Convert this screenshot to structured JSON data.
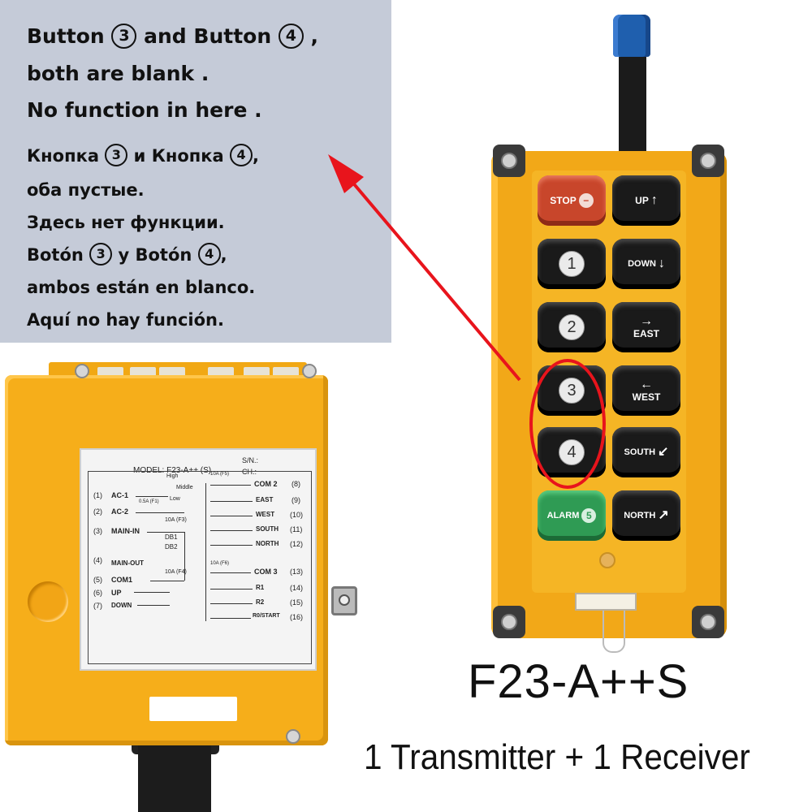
{
  "note": {
    "en_line1_a": "Button ",
    "en_line1_b": " and Button ",
    "en_line1_c": " ,",
    "en_line2": "both are blank .",
    "en_line3": "No function in here .",
    "ru_line1_a": "Кнопка ",
    "ru_line1_b": " и Кнопка ",
    "ru_line1_c": ",",
    "ru_line2": "оба пустые.",
    "ru_line3": "Здесь нет функции.",
    "es_line1_a": "Botón ",
    "es_line1_b": " y Botón ",
    "es_line1_c": ",",
    "es_line2": "ambos están en blanco.",
    "es_line3": "Aquí no hay función.",
    "num_3": "3",
    "num_4": "4"
  },
  "receiver_label": {
    "model": "MODEL: F23-A++ (S)",
    "sn": "S/N.:",
    "ch": "CH.:",
    "left_rows": [
      {
        "no": "(1)",
        "name": "AC-1"
      },
      {
        "no": "(2)",
        "name": "AC-2"
      },
      {
        "no": "(3)",
        "name": "MAIN-IN"
      },
      {
        "no": "(4)",
        "name": "MAIN-OUT"
      },
      {
        "no": "(5)",
        "name": "COM1"
      },
      {
        "no": "(6)",
        "name": "UP"
      },
      {
        "no": "(7)",
        "name": "DOWN"
      }
    ],
    "right_rows": [
      {
        "name": "COM 2",
        "no": "(8)"
      },
      {
        "name": "EAST",
        "no": "(9)"
      },
      {
        "name": "WEST",
        "no": "(10)"
      },
      {
        "name": "SOUTH",
        "no": "(11)"
      },
      {
        "name": "NORTH",
        "no": "(12)"
      },
      {
        "name": "COM 3",
        "no": "(13)"
      },
      {
        "name": "R1",
        "no": "(14)"
      },
      {
        "name": "R2",
        "no": "(15)"
      },
      {
        "name": "R0/START",
        "no": "(16)"
      }
    ],
    "fuse_f5": "10A (F5)",
    "fuse_f6": "10A (F6)",
    "fuse_f1": "0.5A (F1)",
    "fuse_f3": "10A (F3)",
    "fuse_f4": "10A (F4)",
    "high": "High",
    "middle": "Middle",
    "low": "Low",
    "db1": "DB1",
    "db2": "DB2"
  },
  "transmitter": {
    "stop": "STOP",
    "up": "UP",
    "down": "DOWN",
    "east": "EAST",
    "west": "WEST",
    "south": "SOUTH",
    "north": "NORTH",
    "alarm": "ALARM",
    "alarm_num": "5",
    "b1": "1",
    "b2": "2",
    "b3": "3",
    "b4": "4"
  },
  "captions": {
    "model": "F23-A++S",
    "kit": "1 Transmitter + 1 Receiver"
  },
  "colors": {
    "housing": "#f2a818",
    "highlight": "#e8141c",
    "stop": "#c8462b",
    "alarm": "#2f9b54",
    "panel": "#c5cbd8"
  }
}
